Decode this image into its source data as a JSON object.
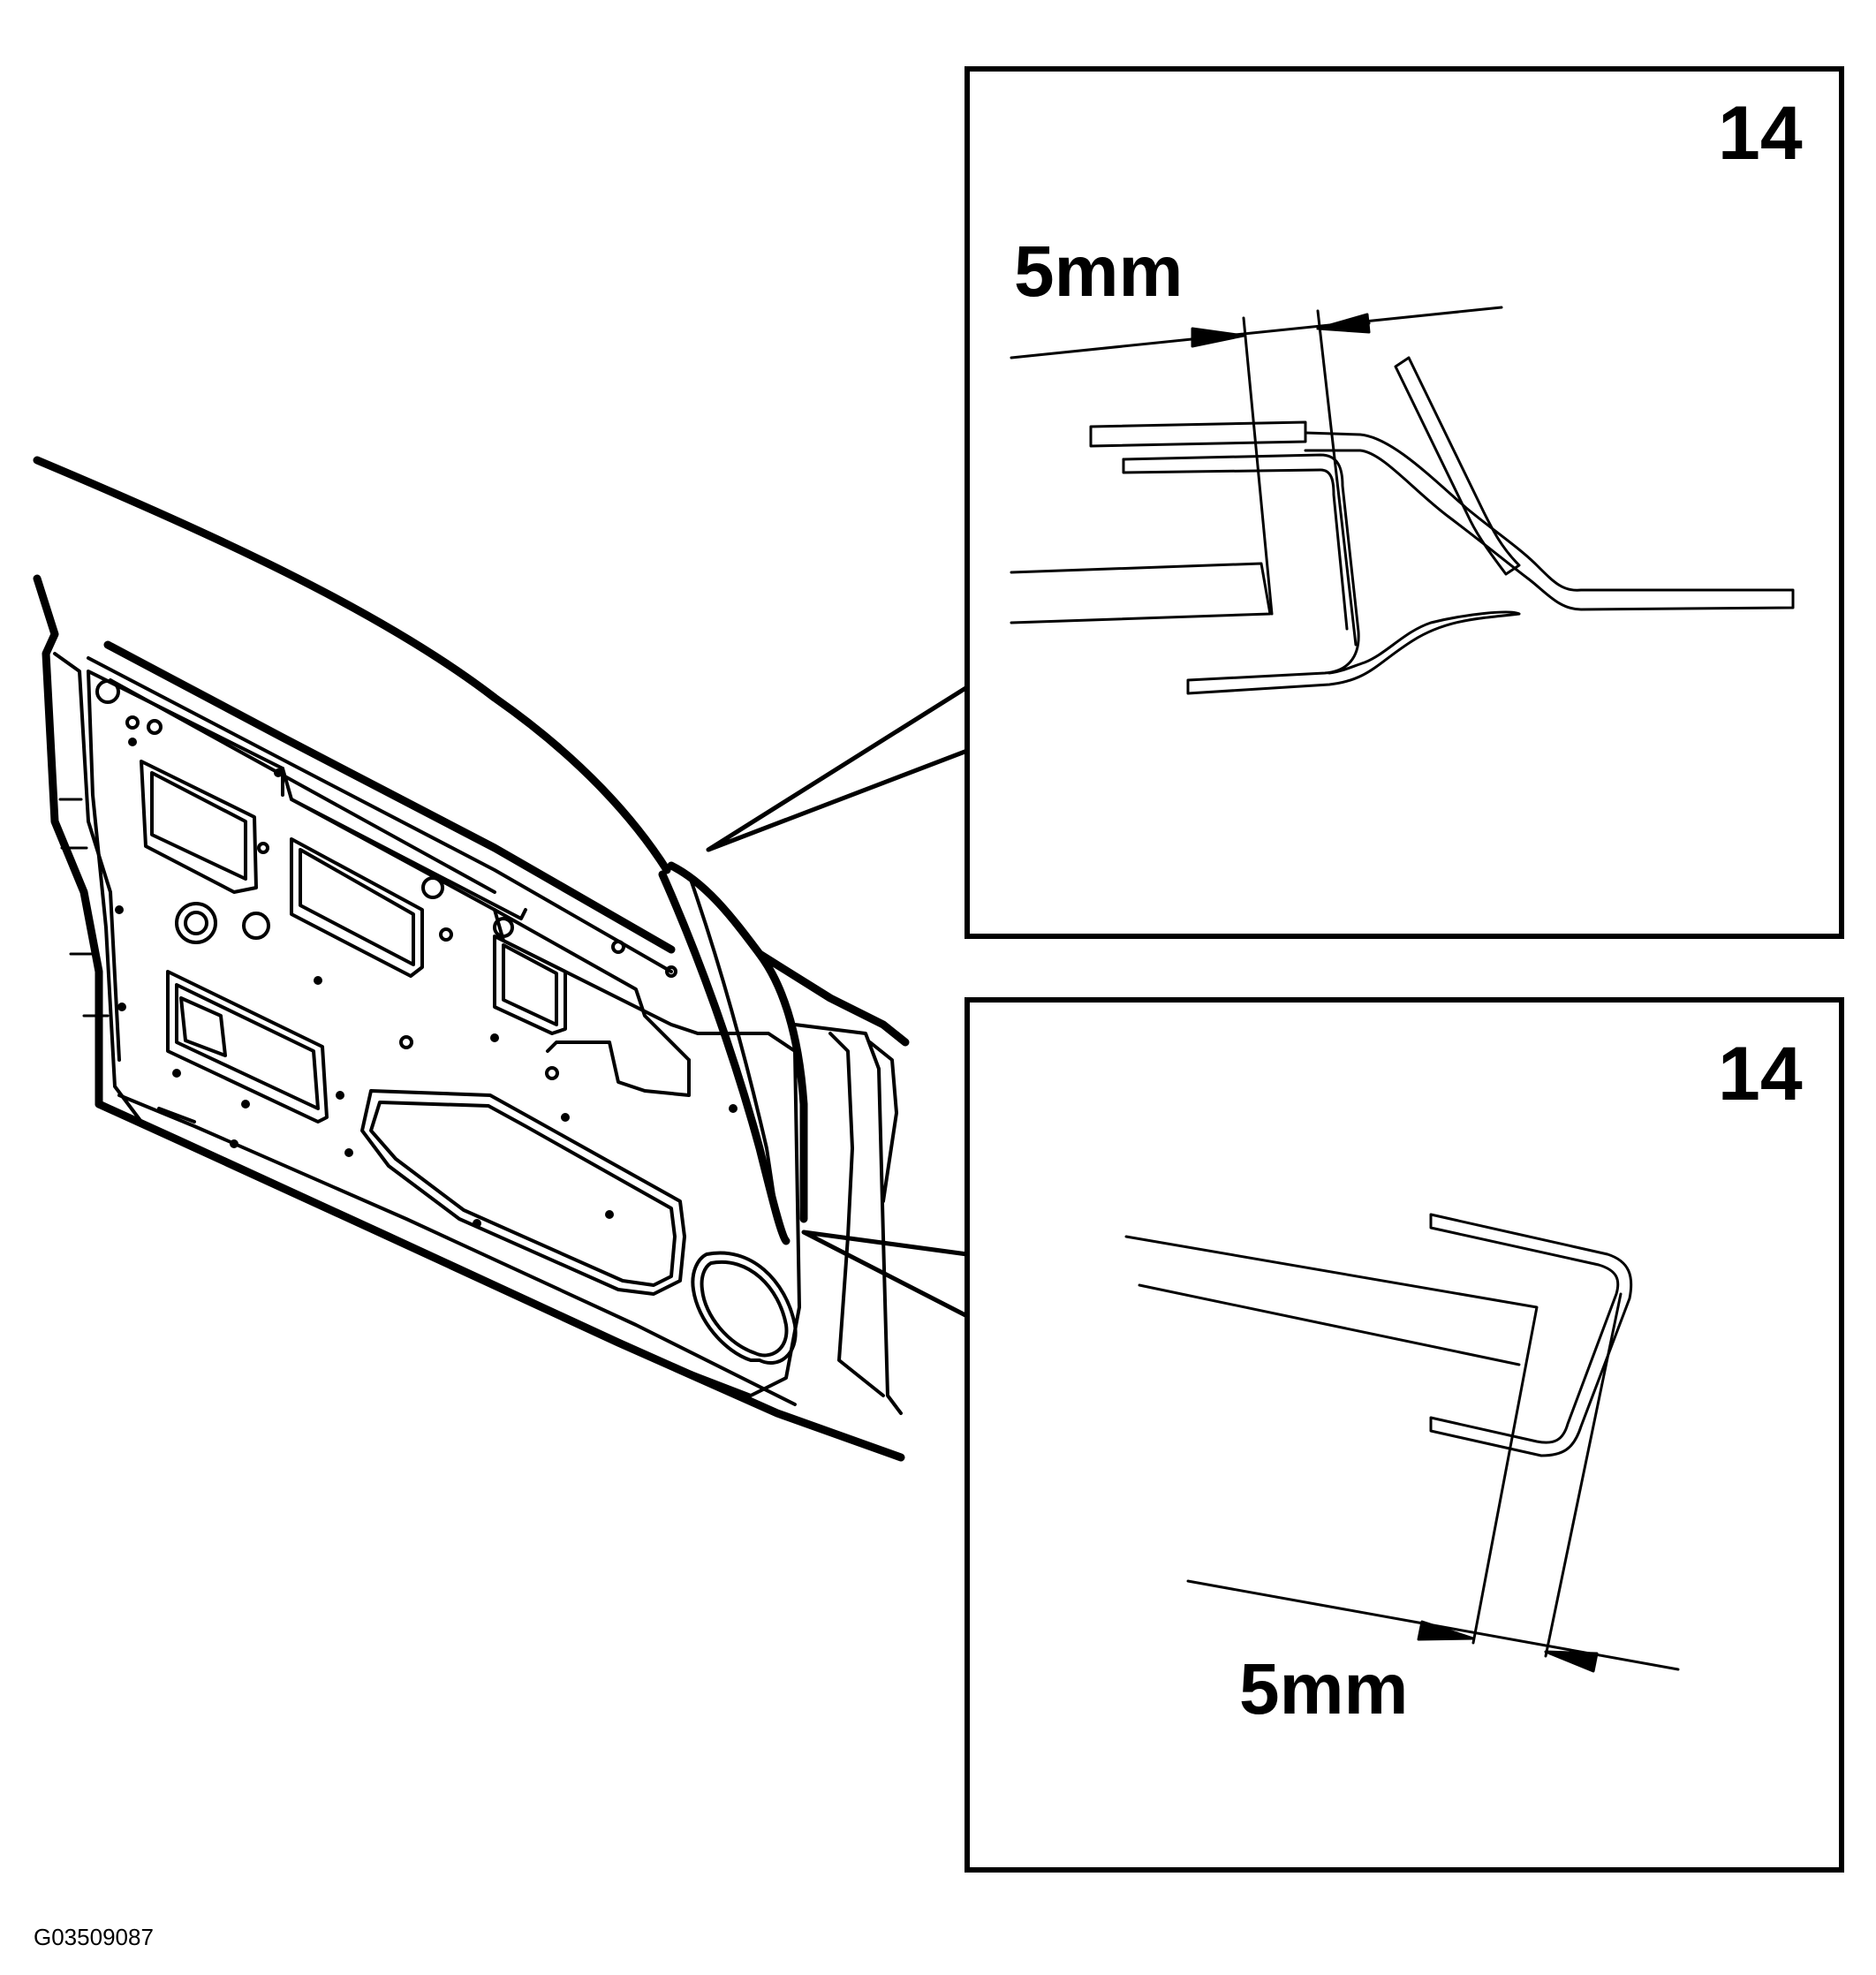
{
  "detail_top": {
    "number": "14",
    "dimension": "5mm"
  },
  "detail_bottom": {
    "number": "14",
    "dimension": "5mm"
  },
  "figure_code": "G03509087",
  "colors": {
    "line": "#000000",
    "background": "#ffffff"
  }
}
